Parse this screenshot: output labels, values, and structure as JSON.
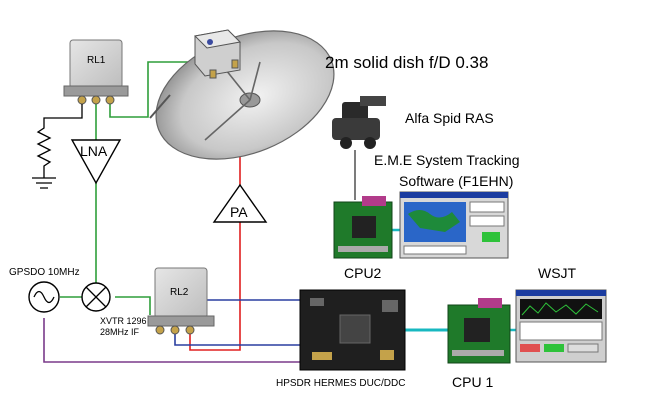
{
  "labels": {
    "dish": "2m solid dish f/D 0.38",
    "rotator": "Alfa Spid RAS",
    "tracking_line1": "E.M.E System Tracking",
    "tracking_line2": "Software (F1EHN)",
    "cpu2": "CPU2",
    "wsjt": "WSJT",
    "cpu1": "CPU 1",
    "hermes": "HPSDR HERMES DUC/DDC",
    "gpsdo": "GPSDO 10MHz",
    "xvtr_line1": "XVTR 1296",
    "xvtr_line2": "28MHz IF",
    "rl1": "RL1",
    "rl2": "RL2",
    "lna": "LNA",
    "pa": "PA"
  },
  "colors": {
    "rx_line": "#2e9e3a",
    "tx_line": "#e02020",
    "ref_line": "#7a3a8a",
    "data_line": "#2a3fa0",
    "cpu_cable": "#18b8c0",
    "board": "#1f7a2a",
    "relay_body": "#d9d9d9"
  },
  "icons": {
    "gpsdo": "sine-wave-source-icon",
    "xvtr": "mixer-icon",
    "load": "resistor-ground-icon"
  }
}
